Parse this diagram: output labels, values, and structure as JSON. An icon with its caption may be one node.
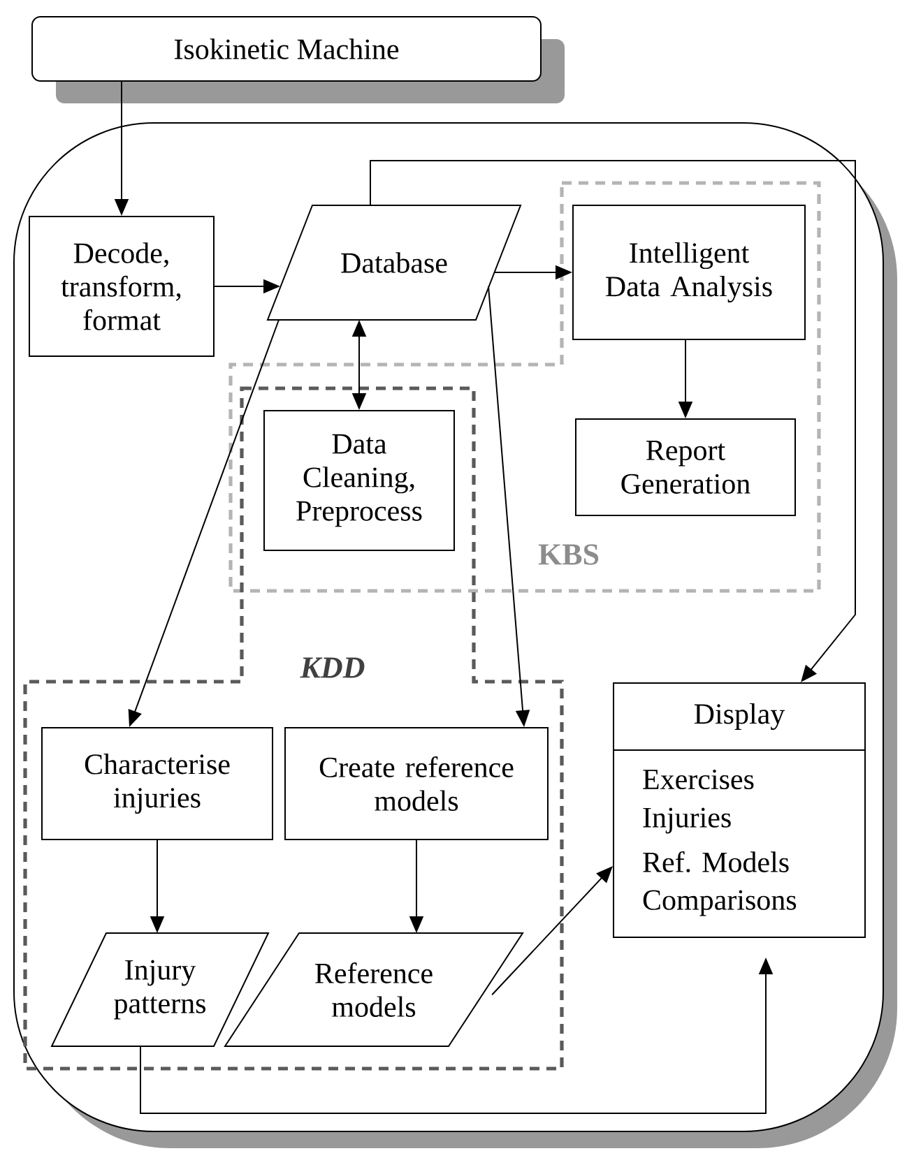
{
  "diagram": {
    "nodes": [
      {
        "text": [
          "Isokinetic Machine"
        ]
      },
      {
        "text": [
          "Decode, transform, format"
        ]
      },
      {
        "text": [
          "Database"
        ]
      },
      {
        "text": [
          "KBS"
        ]
      },
      {
        "text": [
          "Intelligent Data Analysis"
        ],
        "in": 3
      },
      {
        "text": [
          "Data Cleaning, Preprocess"
        ]
      },
      {
        "text": [
          "Report Generation"
        ],
        "in": 3
      },
      {
        "text": [
          "KDD"
        ]
      },
      {
        "text": [
          "Characterise injuries"
        ],
        "in": 7
      },
      {
        "text": [
          "Create reference models"
        ],
        "in": 7
      },
      {
        "text": [
          "Display",
          "Exercises",
          "Injuries",
          "Ref. Models",
          "Comparisons"
        ]
      },
      {
        "text": [
          "Injury patterns"
        ],
        "in": 7
      },
      {
        "text": [
          "Reference models"
        ],
        "in": 7
      }
    ],
    "edges": [
      {
        "from": 0,
        "to": 1,
        "arrow": "to"
      },
      {
        "from": 1,
        "to": 2,
        "arrow": "to"
      },
      {
        "from": 2,
        "to": 4,
        "arrow": "to"
      },
      {
        "from": 2,
        "to": 5,
        "arrow": "both"
      },
      {
        "from": 4,
        "to": 6,
        "arrow": "to"
      },
      {
        "from": 2,
        "to": 8,
        "arrow": "to"
      },
      {
        "from": 2,
        "to": 9,
        "arrow": "to"
      },
      {
        "from": 2,
        "to": 10,
        "arrow": "to"
      },
      {
        "from": 8,
        "to": 11,
        "arrow": "to"
      },
      {
        "from": 9,
        "to": 12,
        "arrow": "to"
      },
      {
        "from": 12,
        "to": 10,
        "arrow": "to"
      },
      {
        "from": 11,
        "to": 10,
        "arrow": "to"
      }
    ]
  }
}
